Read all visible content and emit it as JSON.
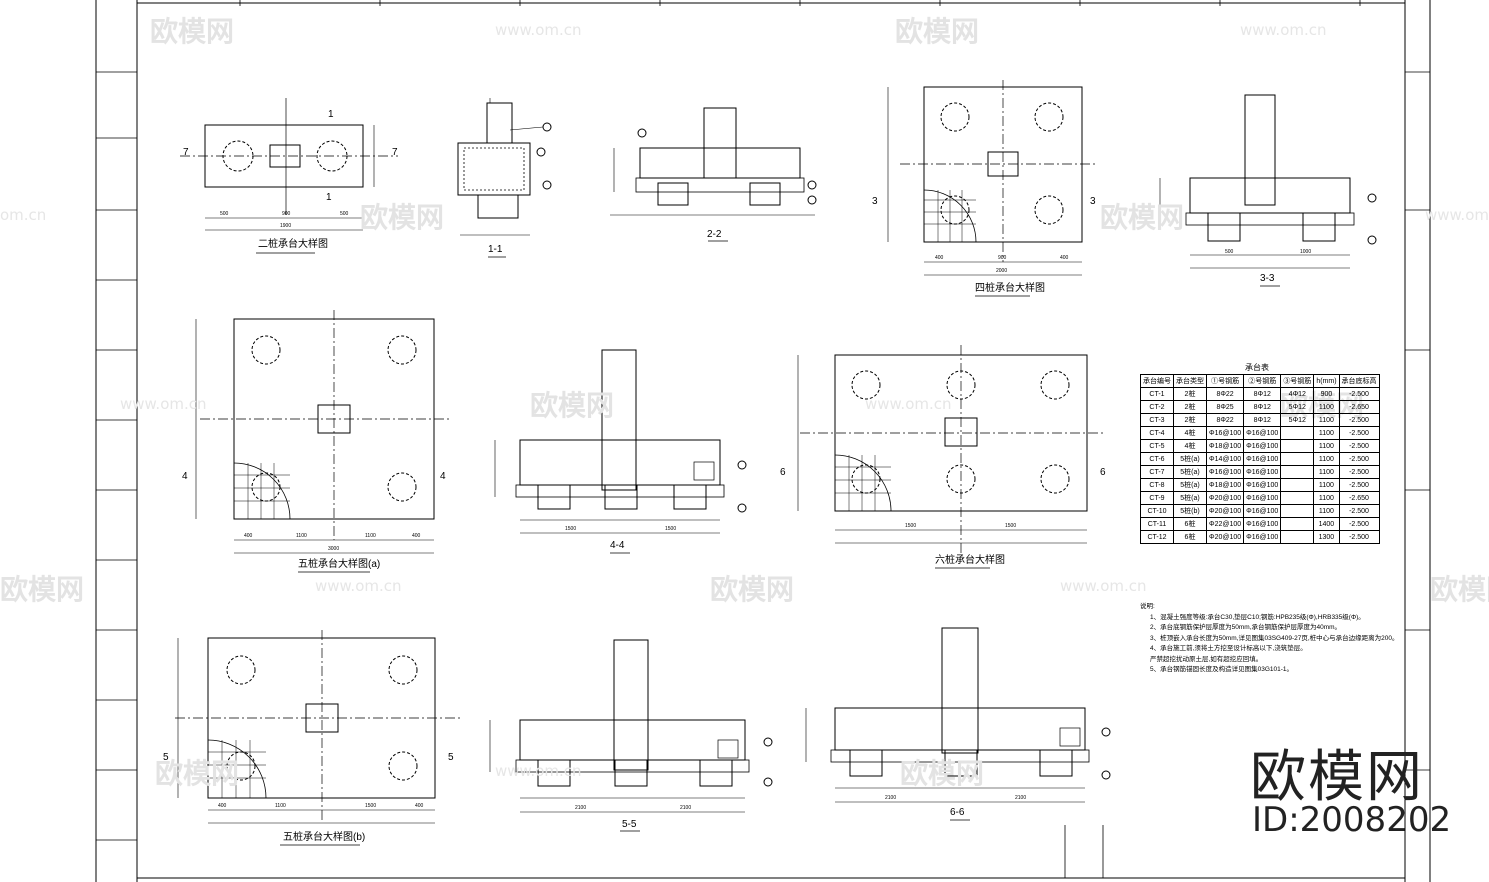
{
  "watermark": {
    "brand_cn": "欧模网",
    "url": "www.om.cn",
    "short_url": "om.cn",
    "image_id": "ID:2008202"
  },
  "figures": {
    "two_pile_plan": {
      "caption": "二桩承台大样图",
      "section_mark": "7",
      "top_mark": "1",
      "dims": [
        "500",
        "900",
        "500",
        "1900"
      ]
    },
    "section_1_1": {
      "caption": "1-1"
    },
    "section_2_2": {
      "caption": "2-2"
    },
    "four_pile_plan": {
      "caption": "四桩承台大样图",
      "section_mark": "3",
      "dims": [
        "400",
        "900",
        "400",
        "2000"
      ]
    },
    "section_3_3": {
      "caption": "3-3",
      "dims": [
        "500",
        "1000"
      ]
    },
    "five_pile_a": {
      "caption": "五桩承台大样图(a)",
      "section_mark": "4",
      "dims": [
        "400",
        "1100",
        "1100",
        "400",
        "3000"
      ]
    },
    "section_4_4": {
      "caption": "4-4",
      "dims": [
        "1500",
        "1500"
      ]
    },
    "six_pile_plan": {
      "caption": "六桩承台大样图",
      "section_mark": "6",
      "dims": [
        "1500",
        "1500"
      ]
    },
    "five_pile_b": {
      "caption": "五桩承台大样图(b)",
      "section_mark": "5",
      "dims": [
        "400",
        "1100",
        "1500",
        "400"
      ]
    },
    "section_5_5": {
      "caption": "5-5",
      "dims": [
        "2100",
        "2100"
      ]
    },
    "section_6_6": {
      "caption": "6-6",
      "dims": [
        "2100",
        "2100"
      ]
    }
  },
  "cap_table": {
    "title": "承台表",
    "headers": [
      "承台编号",
      "承台类型",
      "①号钢筋",
      "②号钢筋",
      "③号钢筋",
      "h(mm)",
      "承台底标高"
    ],
    "rows": [
      [
        "CT-1",
        "2桩",
        "8Φ22",
        "8Φ12",
        "4Φ12",
        "900",
        "-2.500"
      ],
      [
        "CT-2",
        "2桩",
        "8Φ25",
        "8Φ12",
        "5Φ12",
        "1100",
        "-2.650"
      ],
      [
        "CT-3",
        "2桩",
        "8Φ22",
        "8Φ12",
        "5Φ12",
        "1100",
        "-2.500"
      ],
      [
        "CT-4",
        "4桩",
        "Φ16@100",
        "Φ16@100",
        "",
        "1100",
        "-2.500"
      ],
      [
        "CT-5",
        "4桩",
        "Φ18@100",
        "Φ16@100",
        "",
        "1100",
        "-2.500"
      ],
      [
        "CT-6",
        "5桩(a)",
        "Φ14@100",
        "Φ16@100",
        "",
        "1100",
        "-2.500"
      ],
      [
        "CT-7",
        "5桩(a)",
        "Φ16@100",
        "Φ16@100",
        "",
        "1100",
        "-2.500"
      ],
      [
        "CT-8",
        "5桩(a)",
        "Φ18@100",
        "Φ16@100",
        "",
        "1100",
        "-2.500"
      ],
      [
        "CT-9",
        "5桩(a)",
        "Φ20@100",
        "Φ16@100",
        "",
        "1100",
        "-2.650"
      ],
      [
        "CT-10",
        "5桩(b)",
        "Φ20@100",
        "Φ16@100",
        "",
        "1100",
        "-2.500"
      ],
      [
        "CT-11",
        "6桩",
        "Φ22@100",
        "Φ16@100",
        "",
        "1400",
        "-2.500"
      ],
      [
        "CT-12",
        "6桩",
        "Φ20@100",
        "Φ16@100",
        "",
        "1300",
        "-2.500"
      ]
    ]
  },
  "notes": {
    "heading": "说明:",
    "items": [
      "1、混凝土强度等级:承台C30,垫层C10;钢筋:HPB235级(Φ),HRB335级(Φ)。",
      "2、承台底钢筋保护层厚度为50mm,承台钢筋保护层厚度为40mm。",
      "3、桩顶嵌入承台长度为50mm,详见图集03SG409-27页,桩中心与承台边缘距离为200。",
      "4、承台施工前,须将土方挖至设计标高以下,浇筑垫层。",
      "   严禁超挖扰动原土层,如有超挖应回填。",
      "5、承台钢筋锚固长度及构造详见图集03G101-1。"
    ]
  }
}
